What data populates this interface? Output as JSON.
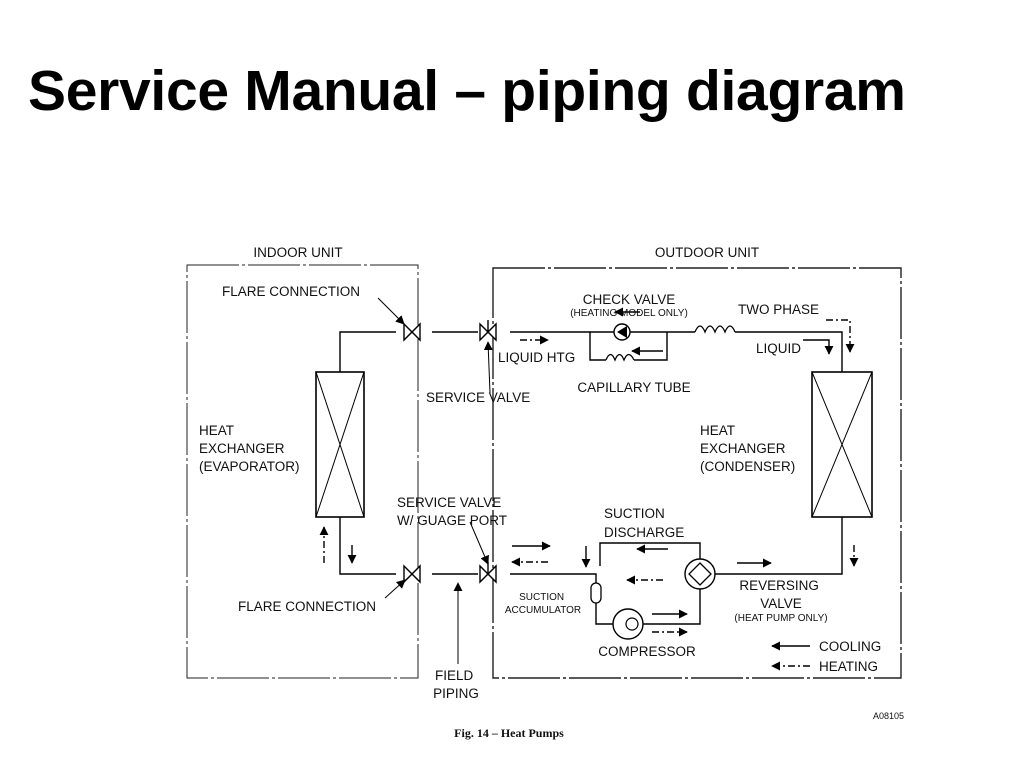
{
  "title": "Service Manual – piping diagram",
  "diagram": {
    "figure_ref": "A08105",
    "caption": "Fig. 14 – Heat Pumps",
    "indoor_unit": "INDOOR UNIT",
    "outdoor_unit": "OUTDOOR UNIT",
    "flare_connection_top": "FLARE CONNECTION",
    "flare_connection_bottom": "FLARE CONNECTION",
    "check_valve": "CHECK VALVE",
    "check_valve_note": "(HEATING MODEL ONLY)",
    "two_phase": "TWO PHASE",
    "liquid_htg": "LIQUID HTG",
    "liquid": "LIQUID",
    "capillary_tube": "CAPILLARY TUBE",
    "service_valve": "SERVICE VALVE",
    "heat_exchanger_left": [
      "HEAT",
      "EXCHANGER",
      "(EVAPORATOR)"
    ],
    "heat_exchanger_right": [
      "HEAT",
      "EXCHANGER",
      "(CONDENSER)"
    ],
    "service_valve_gauge": [
      "SERVICE VALVE",
      "W/ GUAGE PORT"
    ],
    "suction": "SUCTION",
    "discharge": "DISCHARGE",
    "suction_accumulator": [
      "SUCTION",
      "ACCUMULATOR"
    ],
    "reversing_valve": [
      "REVERSING",
      "VALVE"
    ],
    "reversing_valve_note": "(HEAT PUMP ONLY)",
    "compressor": "COMPRESSOR",
    "field_piping": [
      "FIELD",
      "PIPING"
    ],
    "legend": {
      "cooling": "COOLING",
      "heating": "HEATING"
    }
  }
}
